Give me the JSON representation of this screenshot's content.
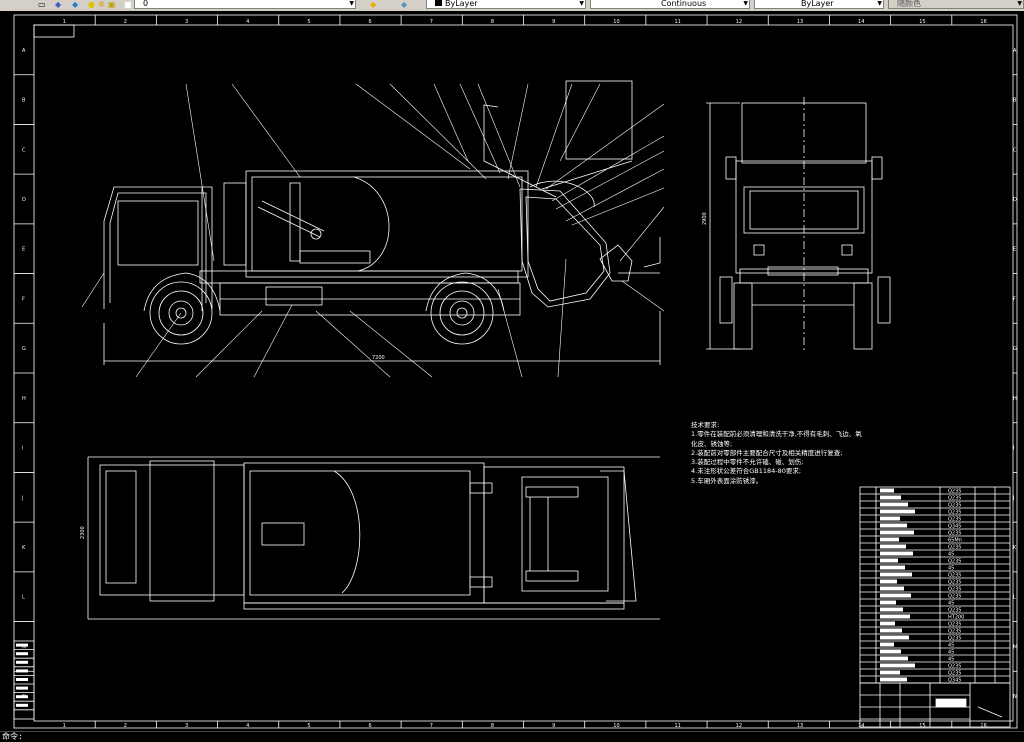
{
  "toolbar": {
    "icon_names": [
      "layers-icon",
      "bulb-icon",
      "sun-icon",
      "lock-icon",
      "color-square-icon",
      "layer-state-icon",
      "match-layer-icon",
      "layer-previous-icon"
    ],
    "layer_value": "0",
    "color_value": "ByLayer",
    "linetype_value": "Continuous",
    "lineweight_value": "ByLayer",
    "plotstyle_value": "随颜色"
  },
  "drawing": {
    "title_block_tag": "",
    "overall_length": "7200",
    "overall_height": "2900",
    "overall_width": "2300",
    "border_numbers_top": [
      "1",
      "2",
      "3",
      "4",
      "5",
      "6",
      "7",
      "8",
      "9",
      "10",
      "11",
      "12",
      "13",
      "14",
      "15",
      "16"
    ],
    "border_letters_left": [
      "A",
      "B",
      "C",
      "D",
      "E",
      "F",
      "G",
      "H",
      "I",
      "J",
      "K",
      "L",
      "M",
      "N"
    ],
    "tech_notes": [
      "技术要求:",
      "1.零件在装配前必须清理和清洗干净,不得有毛刺、飞边、氧",
      "化皮、锈蚀等;",
      "2.装配前对零部件主要配合尺寸及相关精度进行复查;",
      "3.装配过程中零件不允许磕、碰、划伤;",
      "4.未注形状公差符合GB1184-80要求;",
      "5.车厢外表面涂防锈漆。"
    ],
    "bom_materials": [
      "Q235",
      "Q235",
      "Q235",
      "Q235",
      "Q235",
      "Q345",
      "Q235",
      "65Mn",
      "Q235",
      "45",
      "Q235",
      "45",
      "Q235",
      "Q235",
      "Q235",
      "Q235",
      "45",
      "Q235",
      "HT200",
      "Q235",
      "Q235",
      "Q235",
      "45",
      "45",
      "45",
      "Q235",
      "Q235",
      "Q345"
    ]
  },
  "command_line": {
    "text": "命令:"
  }
}
